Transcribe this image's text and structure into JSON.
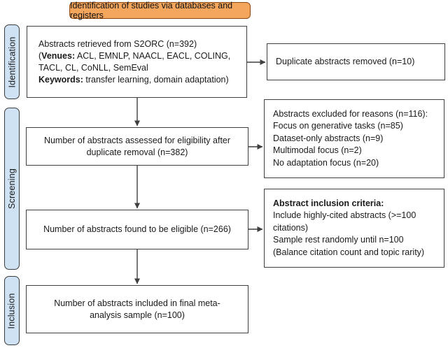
{
  "header": {
    "title": "Identification of studies via databases and registers"
  },
  "stages": {
    "identification": "Identification",
    "screening": "Screening",
    "inclusion": "Inclusion"
  },
  "flow": {
    "box1": {
      "line1": "Abstracts retrieved from S2ORC (n=392)",
      "line2_open": "(",
      "line2_bold": "Venues:",
      "line2_rest": " ACL, EMNLP, NAACL, EACL, COLING,",
      "line3": "TACL, CL, CoNLL, SemEval",
      "line4_bold": "Keywords:",
      "line4_rest": " transfer learning, domain adaptation)"
    },
    "box2": {
      "text": "Number of abstracts assessed for eligibility after duplicate removal (n=382)"
    },
    "box3": {
      "text": "Number of abstracts found to be eligible (n=266)"
    },
    "box4": {
      "text": "Number of abstracts included in final meta-analysis sample (n=100)"
    }
  },
  "side": {
    "box1": {
      "text": "Duplicate abstracts removed (n=10)"
    },
    "box2": {
      "lines": [
        "Abstracts excluded for reasons (n=116):",
        "Focus on generative tasks (n=85)",
        "Dataset-only abstracts (n=9)",
        "Multimodal focus (n=2)",
        "No adaptation focus (n=20)"
      ]
    },
    "box3": {
      "title": "Abstract inclusion criteria:",
      "lines": [
        "Include highly-cited abstracts (>=100",
        "citations)",
        "Sample rest randomly until n=100",
        "(Balance citation count and topic rarity)"
      ]
    }
  },
  "colors": {
    "header_fill": "#F4A65D",
    "header_border": "#8F4A14",
    "stage_fill": "#CFE2F3",
    "stage_border": "#3D3D3D",
    "box_border": "#3F3F3F",
    "arrow": "#3F3F3F",
    "text": "#1A1A1A"
  }
}
